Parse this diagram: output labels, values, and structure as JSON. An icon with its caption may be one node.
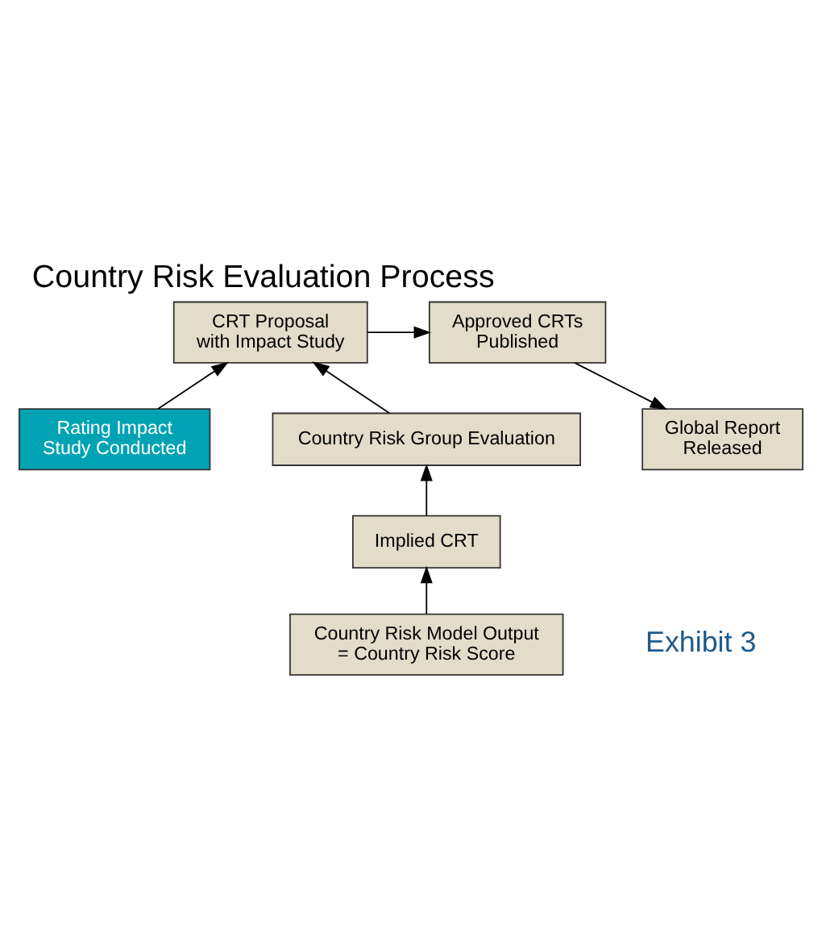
{
  "diagram": {
    "title": "Country Risk Evaluation Process",
    "nodes": [
      {
        "text": [
          "CRT Proposal with Impact Study"
        ]
      },
      {
        "text": [
          "Approved CRTs Published"
        ]
      },
      {
        "text": [
          "Rating Impact Study Conducted"
        ]
      },
      {
        "text": [
          "Global Report Released"
        ]
      },
      {
        "text": [
          "Country Risk Group Evaluation"
        ]
      },
      {
        "text": [
          "Implied CRT"
        ]
      },
      {
        "text": [
          "Country Risk Model Output = Country Risk Score"
        ]
      }
    ],
    "edges": [
      {
        "from": 0,
        "to": 1,
        "arrow": "to"
      },
      {
        "from": 1,
        "to": 3,
        "arrow": "to"
      },
      {
        "from": 2,
        "to": 0,
        "arrow": "to"
      },
      {
        "from": 4,
        "to": 0,
        "arrow": "to"
      },
      {
        "from": 5,
        "to": 4,
        "arrow": "to"
      },
      {
        "from": 6,
        "to": 5,
        "arrow": "to"
      }
    ],
    "labels": [
      "Exhibit 3"
    ]
  }
}
